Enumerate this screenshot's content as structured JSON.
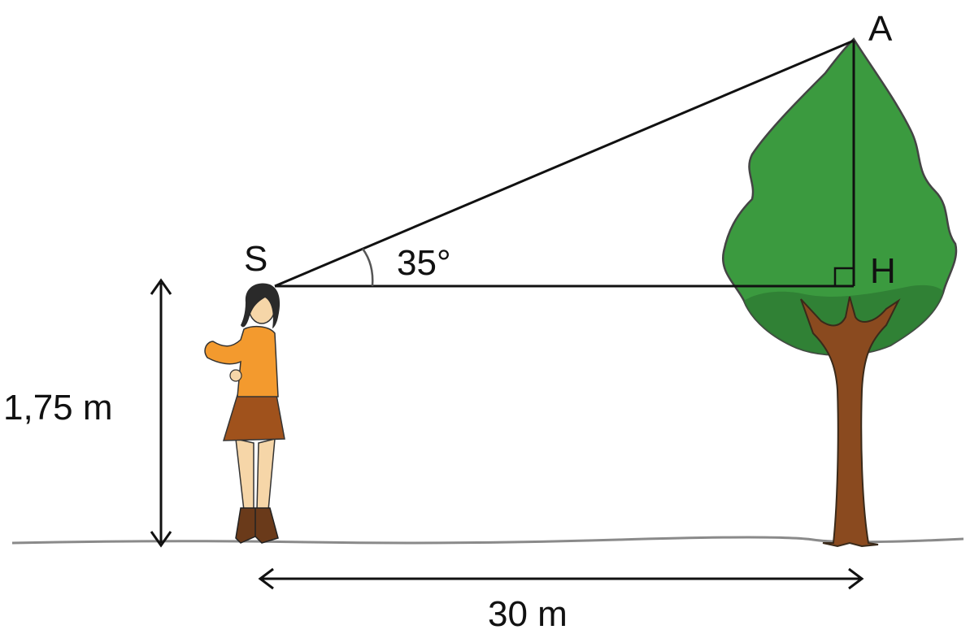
{
  "points": {
    "A": "A",
    "S": "S",
    "H": "H"
  },
  "measures": {
    "angle": "35°",
    "height": "1,75 m",
    "distance": "30 m"
  },
  "colors": {
    "line": "#111111",
    "foliage": "#3b9a3f",
    "foliage_shadow": "#2e7a33",
    "trunk": "#8a4a1f",
    "shirt": "#f39a2e",
    "skirt": "#a0521c",
    "skin": "#f6d6a8",
    "hair": "#2a2a2a",
    "ground": "#8a8a8a"
  }
}
